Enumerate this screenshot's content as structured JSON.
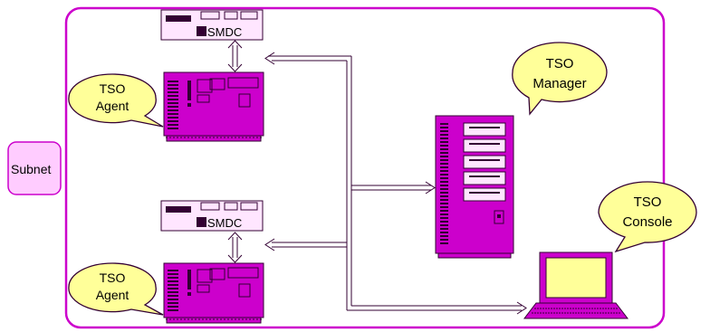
{
  "labels": {
    "subnet": "Subnet",
    "smdc_top": "SMDC",
    "smdc_bottom": "SMDC",
    "agent_top_line1": "TSO",
    "agent_top_line2": "Agent",
    "agent_bottom_line1": "TSO",
    "agent_bottom_line2": "Agent",
    "manager_line1": "TSO",
    "manager_line2": "Manager",
    "console_line1": "TSO",
    "console_line2": "Console"
  },
  "colors": {
    "border": "#cc00cc",
    "device_fill": "#cc00cc",
    "device_dark": "#330033",
    "bubble_fill": "#ffff99",
    "subnet_fill": "#ffccff",
    "smdc_fill": "#ffe6ff",
    "laptop_screen": "#ffff99"
  }
}
